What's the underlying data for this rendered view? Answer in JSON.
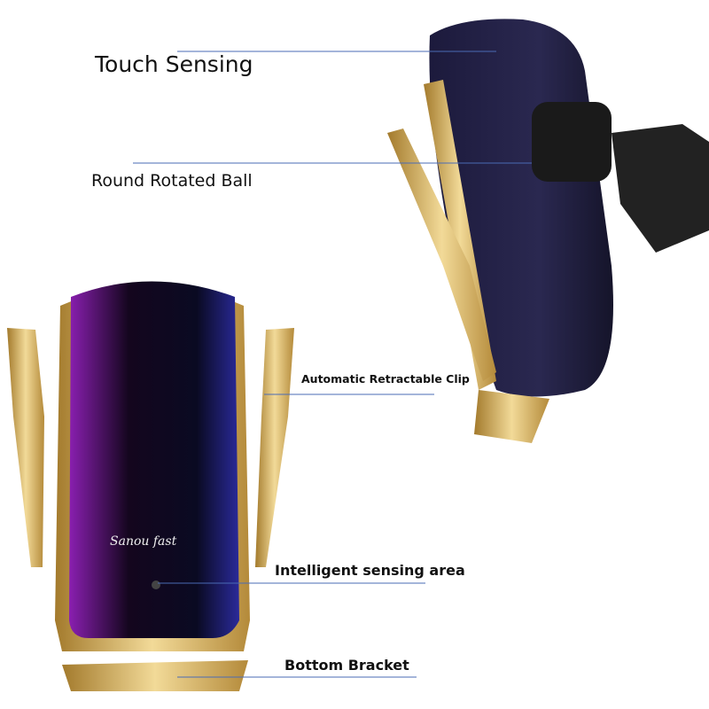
{
  "labels": {
    "touch_sensing": "Touch Sensing",
    "round_rotated_ball": "Round Rotated Ball",
    "automatic_retractable_clip": "Automatic Retractable Clip",
    "intelligent_sensing_area": "Intelligent sensing area",
    "bottom_bracket": "Bottom Bracket"
  },
  "logo_text": "Sanou fast",
  "colors": {
    "gold": "#d4b15a",
    "leader_line": "#4a6bb5",
    "body_dark": "#14102a",
    "purple": "#7a1fa8"
  }
}
